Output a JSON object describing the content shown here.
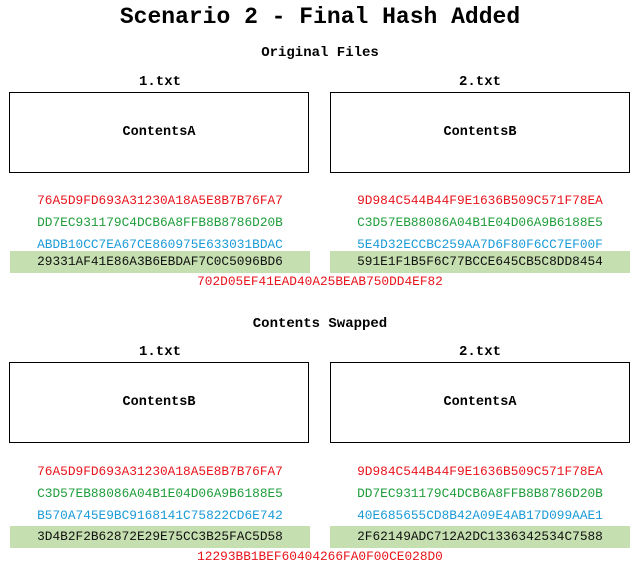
{
  "title": "Scenario 2 - Final Hash Added",
  "colors": {
    "red": "#e8141c",
    "green": "#1e9d3a",
    "blue": "#1a9bd7",
    "black": "#111111",
    "highlight": "#c5dfb0"
  },
  "sections": [
    {
      "heading": "Original Files",
      "files": [
        {
          "label": "1.txt",
          "content": "ContentsA",
          "hashes": [
            {
              "text": "76A5D9FD693A31230A18A5E8B7B76FA7",
              "color": "red"
            },
            {
              "text": "DD7EC931179C4DCB6A8FFB8B8786D20B",
              "color": "green"
            },
            {
              "text": "ABDB10CC7EA67CE860975E633031BDAC",
              "color": "blue"
            },
            {
              "text": "29331AF41E86A3B6EBDAF7C0C5096BD6",
              "color": "black",
              "highlight": true
            }
          ]
        },
        {
          "label": "2.txt",
          "content": "ContentsB",
          "hashes": [
            {
              "text": "9D984C544B44F9E1636B509C571F78EA",
              "color": "red"
            },
            {
              "text": "C3D57EB88086A04B1E04D06A9B6188E5",
              "color": "green"
            },
            {
              "text": "5E4D32ECCBC259AA7D6F80F6CC7EF00F",
              "color": "blue"
            },
            {
              "text": "591E1F1B5F6C77BCCE645CB5C8DD8454",
              "color": "black",
              "highlight": true
            }
          ]
        }
      ],
      "final_hash": {
        "text": "702D05EF41EAD40A25BEAB750DD4EF82",
        "color": "red"
      }
    },
    {
      "heading": "Contents Swapped",
      "files": [
        {
          "label": "1.txt",
          "content": "ContentsB",
          "hashes": [
            {
              "text": "76A5D9FD693A31230A18A5E8B7B76FA7",
              "color": "red"
            },
            {
              "text": "C3D57EB88086A04B1E04D06A9B6188E5",
              "color": "green"
            },
            {
              "text": "B570A745E9BC9168141C75822CD6E742",
              "color": "blue"
            },
            {
              "text": "3D4B2F2B62872E29E75CC3B25FAC5D58",
              "color": "black",
              "highlight": true
            }
          ]
        },
        {
          "label": "2.txt",
          "content": "ContentsA",
          "hashes": [
            {
              "text": "9D984C544B44F9E1636B509C571F78EA",
              "color": "red"
            },
            {
              "text": "DD7EC931179C4DCB6A8FFB8B8786D20B",
              "color": "green"
            },
            {
              "text": "40E685655CD8B42A09E4AB17D099AAE1",
              "color": "blue"
            },
            {
              "text": "2F62149ADC712A2DC1336342534C7588",
              "color": "black",
              "highlight": true
            }
          ]
        }
      ],
      "final_hash": {
        "text": "12293BB1BEF60404266FA0F00CE028D0",
        "color": "red"
      }
    }
  ]
}
